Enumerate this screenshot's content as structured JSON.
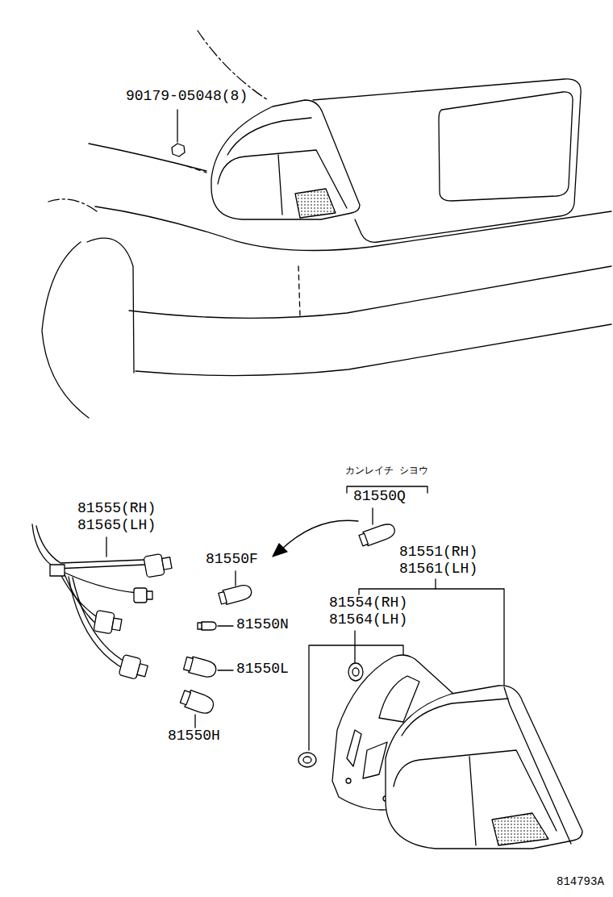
{
  "diagram": {
    "labels": [
      "90179-05048(8)",
      "カンレイチ シヨウ",
      "81550Q",
      "81555(RH)",
      "81565(LH)",
      "81550F",
      "81551(RH)",
      "81561(LH)",
      "81554(RH)",
      "81564(LH)",
      "81550N",
      "81550L",
      "81550H",
      "814793A"
    ]
  }
}
